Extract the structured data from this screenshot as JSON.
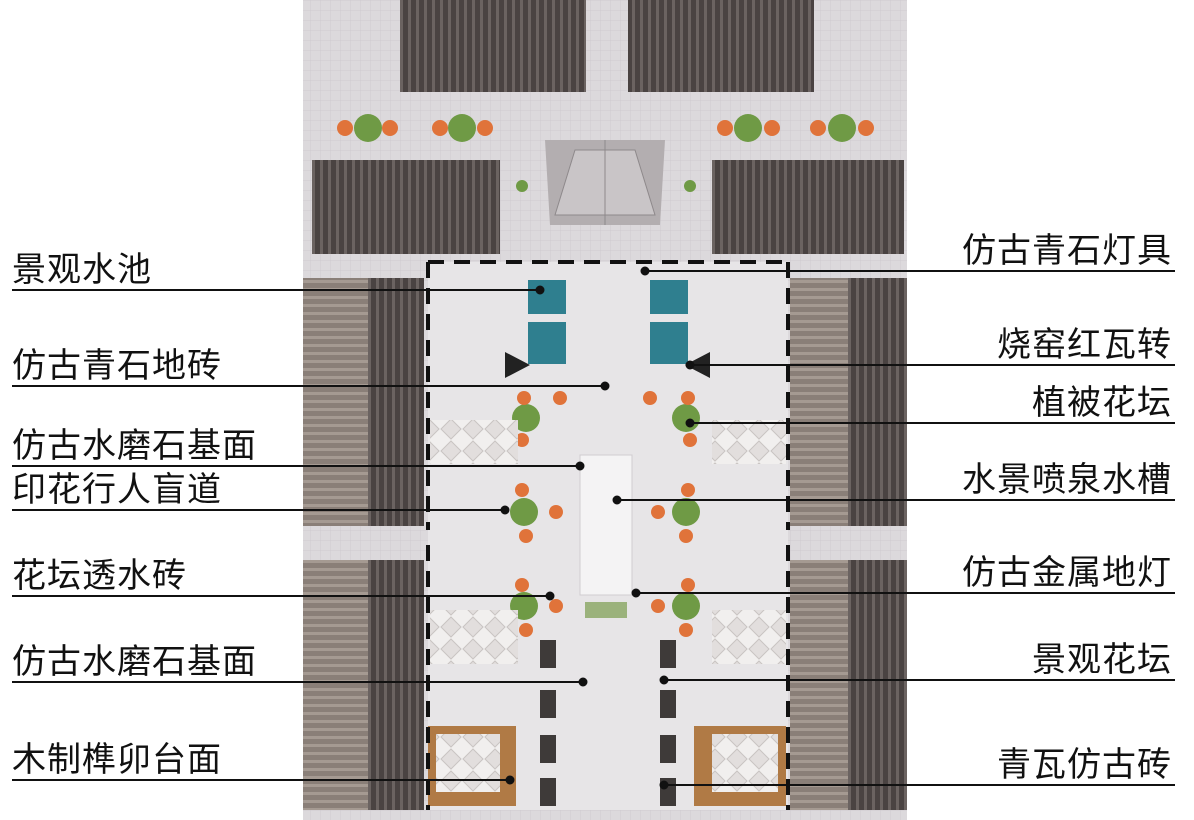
{
  "labels_left": [
    "景观水池",
    "仿古青石地砖",
    "仿古水磨石基面",
    "印花行人盲道",
    "花坛透水砖",
    "仿古水磨石基面",
    "木制榫卯台面"
  ],
  "labels_right": [
    "仿古青石灯具",
    "烧窑红瓦转",
    "植被花坛",
    "水景喷泉水槽",
    "仿古金属地灯",
    "景观花坛",
    "青瓦仿古砖"
  ],
  "colors": {
    "roof_dark": "#4a4342",
    "roof_stripe": "#6b6361",
    "paving": "#d9d6d9",
    "plaza": "#e6e4e6",
    "pool": "#2f7f8f",
    "tree": "#5f8f3a",
    "flower": "#e0733a",
    "wood": "#b07a45",
    "line": "#111111"
  }
}
